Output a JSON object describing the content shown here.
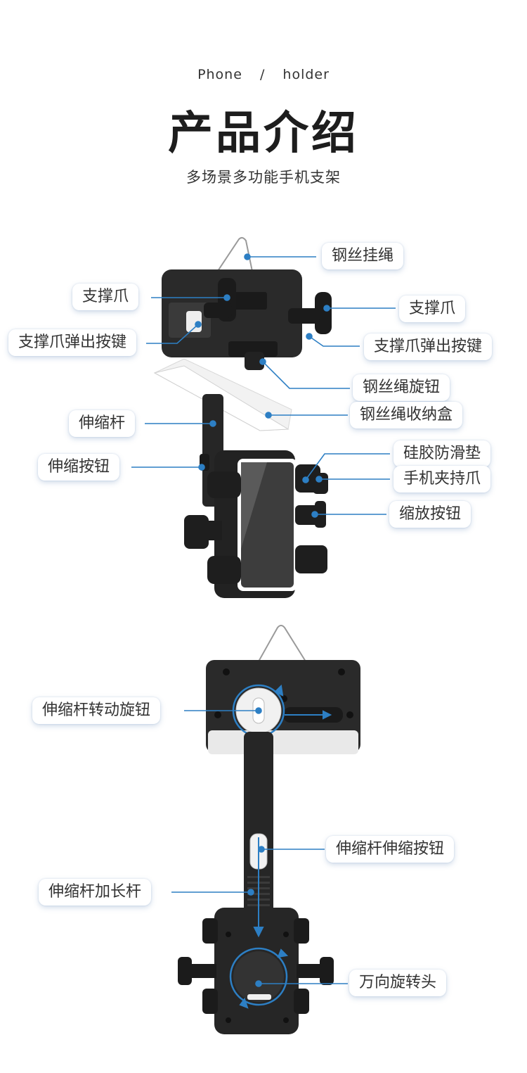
{
  "header": {
    "en_left": "Phone",
    "en_sep": "/",
    "en_right": "holder",
    "title": "产品介绍",
    "subtitle": "多场景多功能手机支架"
  },
  "accent_color": "#2d7fc4",
  "diagram1": {
    "labels": {
      "wire_rope_hanger": "钢丝挂绳",
      "support_claw_left": "支撑爪",
      "support_claw_right": "支撑爪",
      "claw_eject_button_left": "支撑爪弹出按键",
      "claw_eject_button_right": "支撑爪弹出按键",
      "wire_rope_knob": "钢丝绳旋钮",
      "telescopic_rod": "伸缩杆",
      "wire_rope_box": "钢丝绳收纳盒",
      "telescopic_button": "伸缩按钮",
      "silicone_pad": "硅胶防滑垫",
      "phone_clamp_claw": "手机夹持爪",
      "zoom_button": "缩放按钮"
    }
  },
  "diagram2": {
    "labels": {
      "rod_rotation_knob": "伸缩杆转动旋钮",
      "rod_telescopic_button": "伸缩杆伸缩按钮",
      "extension_rod": "伸缩杆加长杆",
      "universal_swivel_head": "万向旋转头"
    }
  }
}
